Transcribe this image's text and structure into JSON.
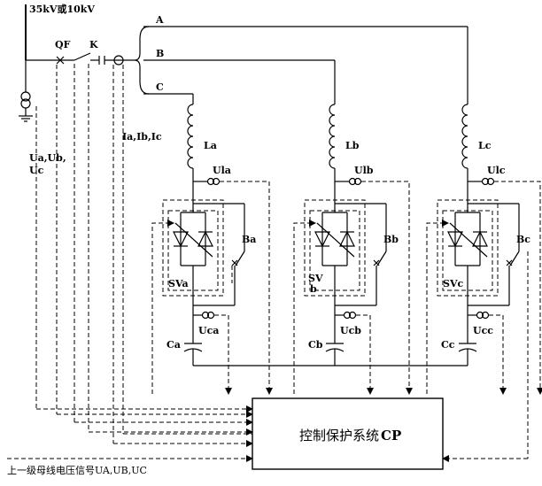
{
  "bus_label": "35kV或10kV",
  "breaker_label": "QF",
  "switch_label": "K",
  "phase_labels": [
    "A",
    "B",
    "C"
  ],
  "current_signal_label": "Ia,Ib,Ic",
  "voltage_signal_label": [
    "Ua,Ub,",
    "Uc"
  ],
  "reactors": [
    "La",
    "Lb",
    "Lc"
  ],
  "reactor_ct": [
    "Ula",
    "Ulb",
    "Ulc"
  ],
  "bypass": [
    "Ba",
    "Bb",
    "Bc"
  ],
  "svc": [
    "SVa",
    "SV",
    "SVc"
  ],
  "svc_b_suffix": "b",
  "cap_ct": [
    "Uca",
    "Ucb",
    "Ucc"
  ],
  "capacitors": [
    "Ca",
    "Cb",
    "Cc"
  ],
  "cp_label_cn": "控制保护系统",
  "cp_label_en": "CP",
  "upstream_signal": "上一级母线电压信号UA,UB,UC"
}
